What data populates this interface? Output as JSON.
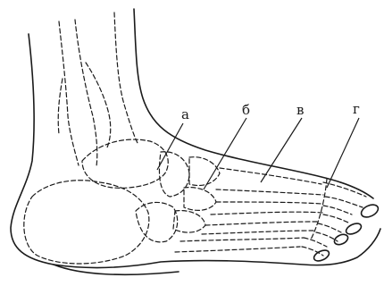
{
  "labels": {
    "a": "а",
    "b": "б",
    "v": "в",
    "g": "г"
  }
}
